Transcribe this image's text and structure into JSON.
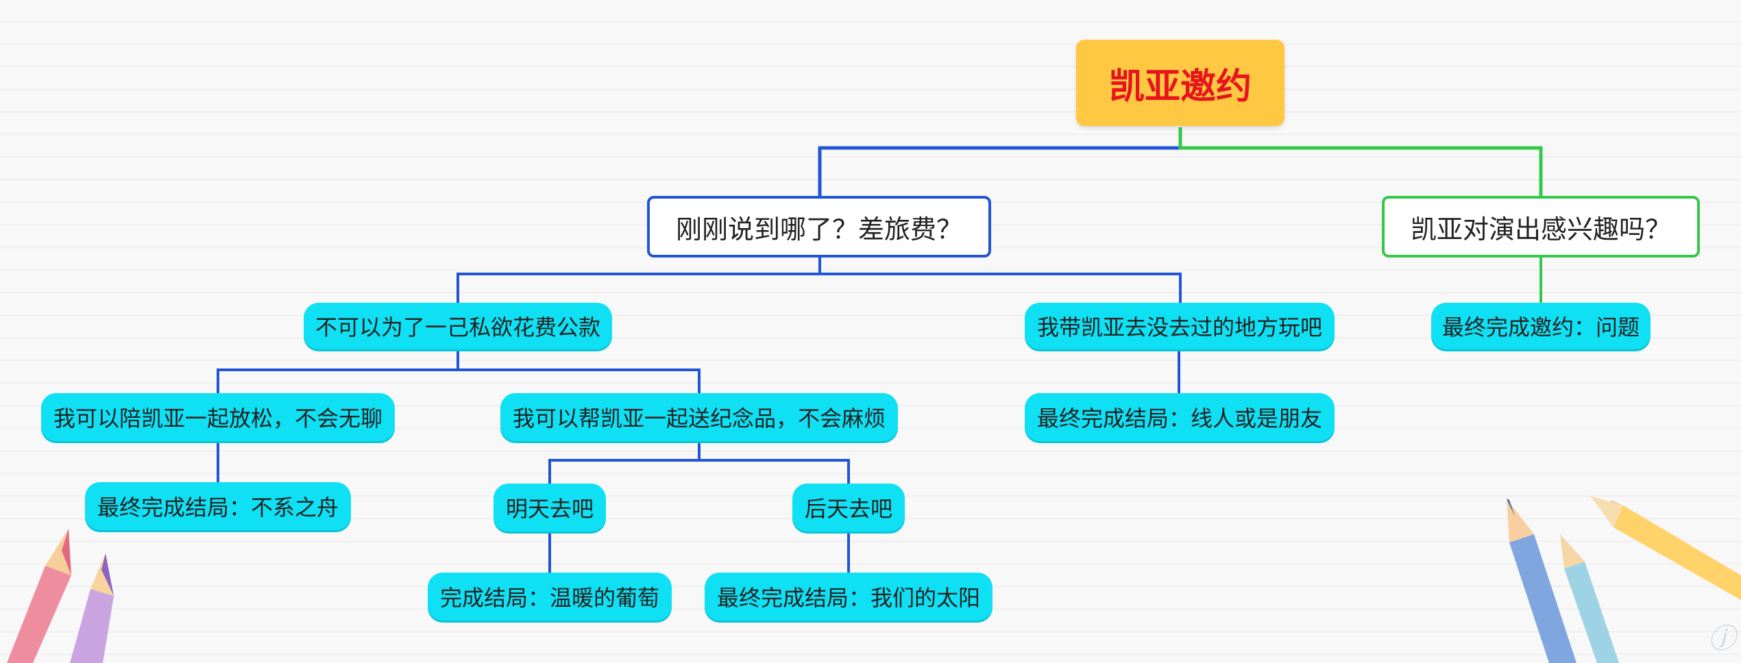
{
  "root": {
    "label": "凯亚邀约"
  },
  "branch_a": {
    "label": "刚刚说到哪了？差旅费？",
    "children": [
      {
        "label": "不可以为了一己私欲花费公款",
        "children": [
          {
            "label": "我可以陪凯亚一起放松，不会无聊",
            "result": "最终完成结局：不系之舟"
          },
          {
            "label": "我可以帮凯亚一起送纪念品，不会麻烦",
            "children": [
              {
                "label": "明天去吧",
                "result": "完成结局：温暖的葡萄"
              },
              {
                "label": "后天去吧",
                "result": "最终完成结局：我们的太阳"
              }
            ]
          }
        ]
      },
      {
        "label": "我带凯亚去没去过的地方玩吧",
        "result": "最终完成结局：线人或是朋友"
      }
    ]
  },
  "branch_b": {
    "label": "凯亚对演出感兴趣吗？",
    "result": "最终完成邀约：问题"
  },
  "colors": {
    "root_fill": "#ffc843",
    "root_text": "#e8141d",
    "branch_a_line": "#1f55d6",
    "branch_b_line": "#34c84a",
    "leaf_fill": "#0fe0f3"
  },
  "decorations": [
    "pencil-icon",
    "watermark-logo"
  ]
}
